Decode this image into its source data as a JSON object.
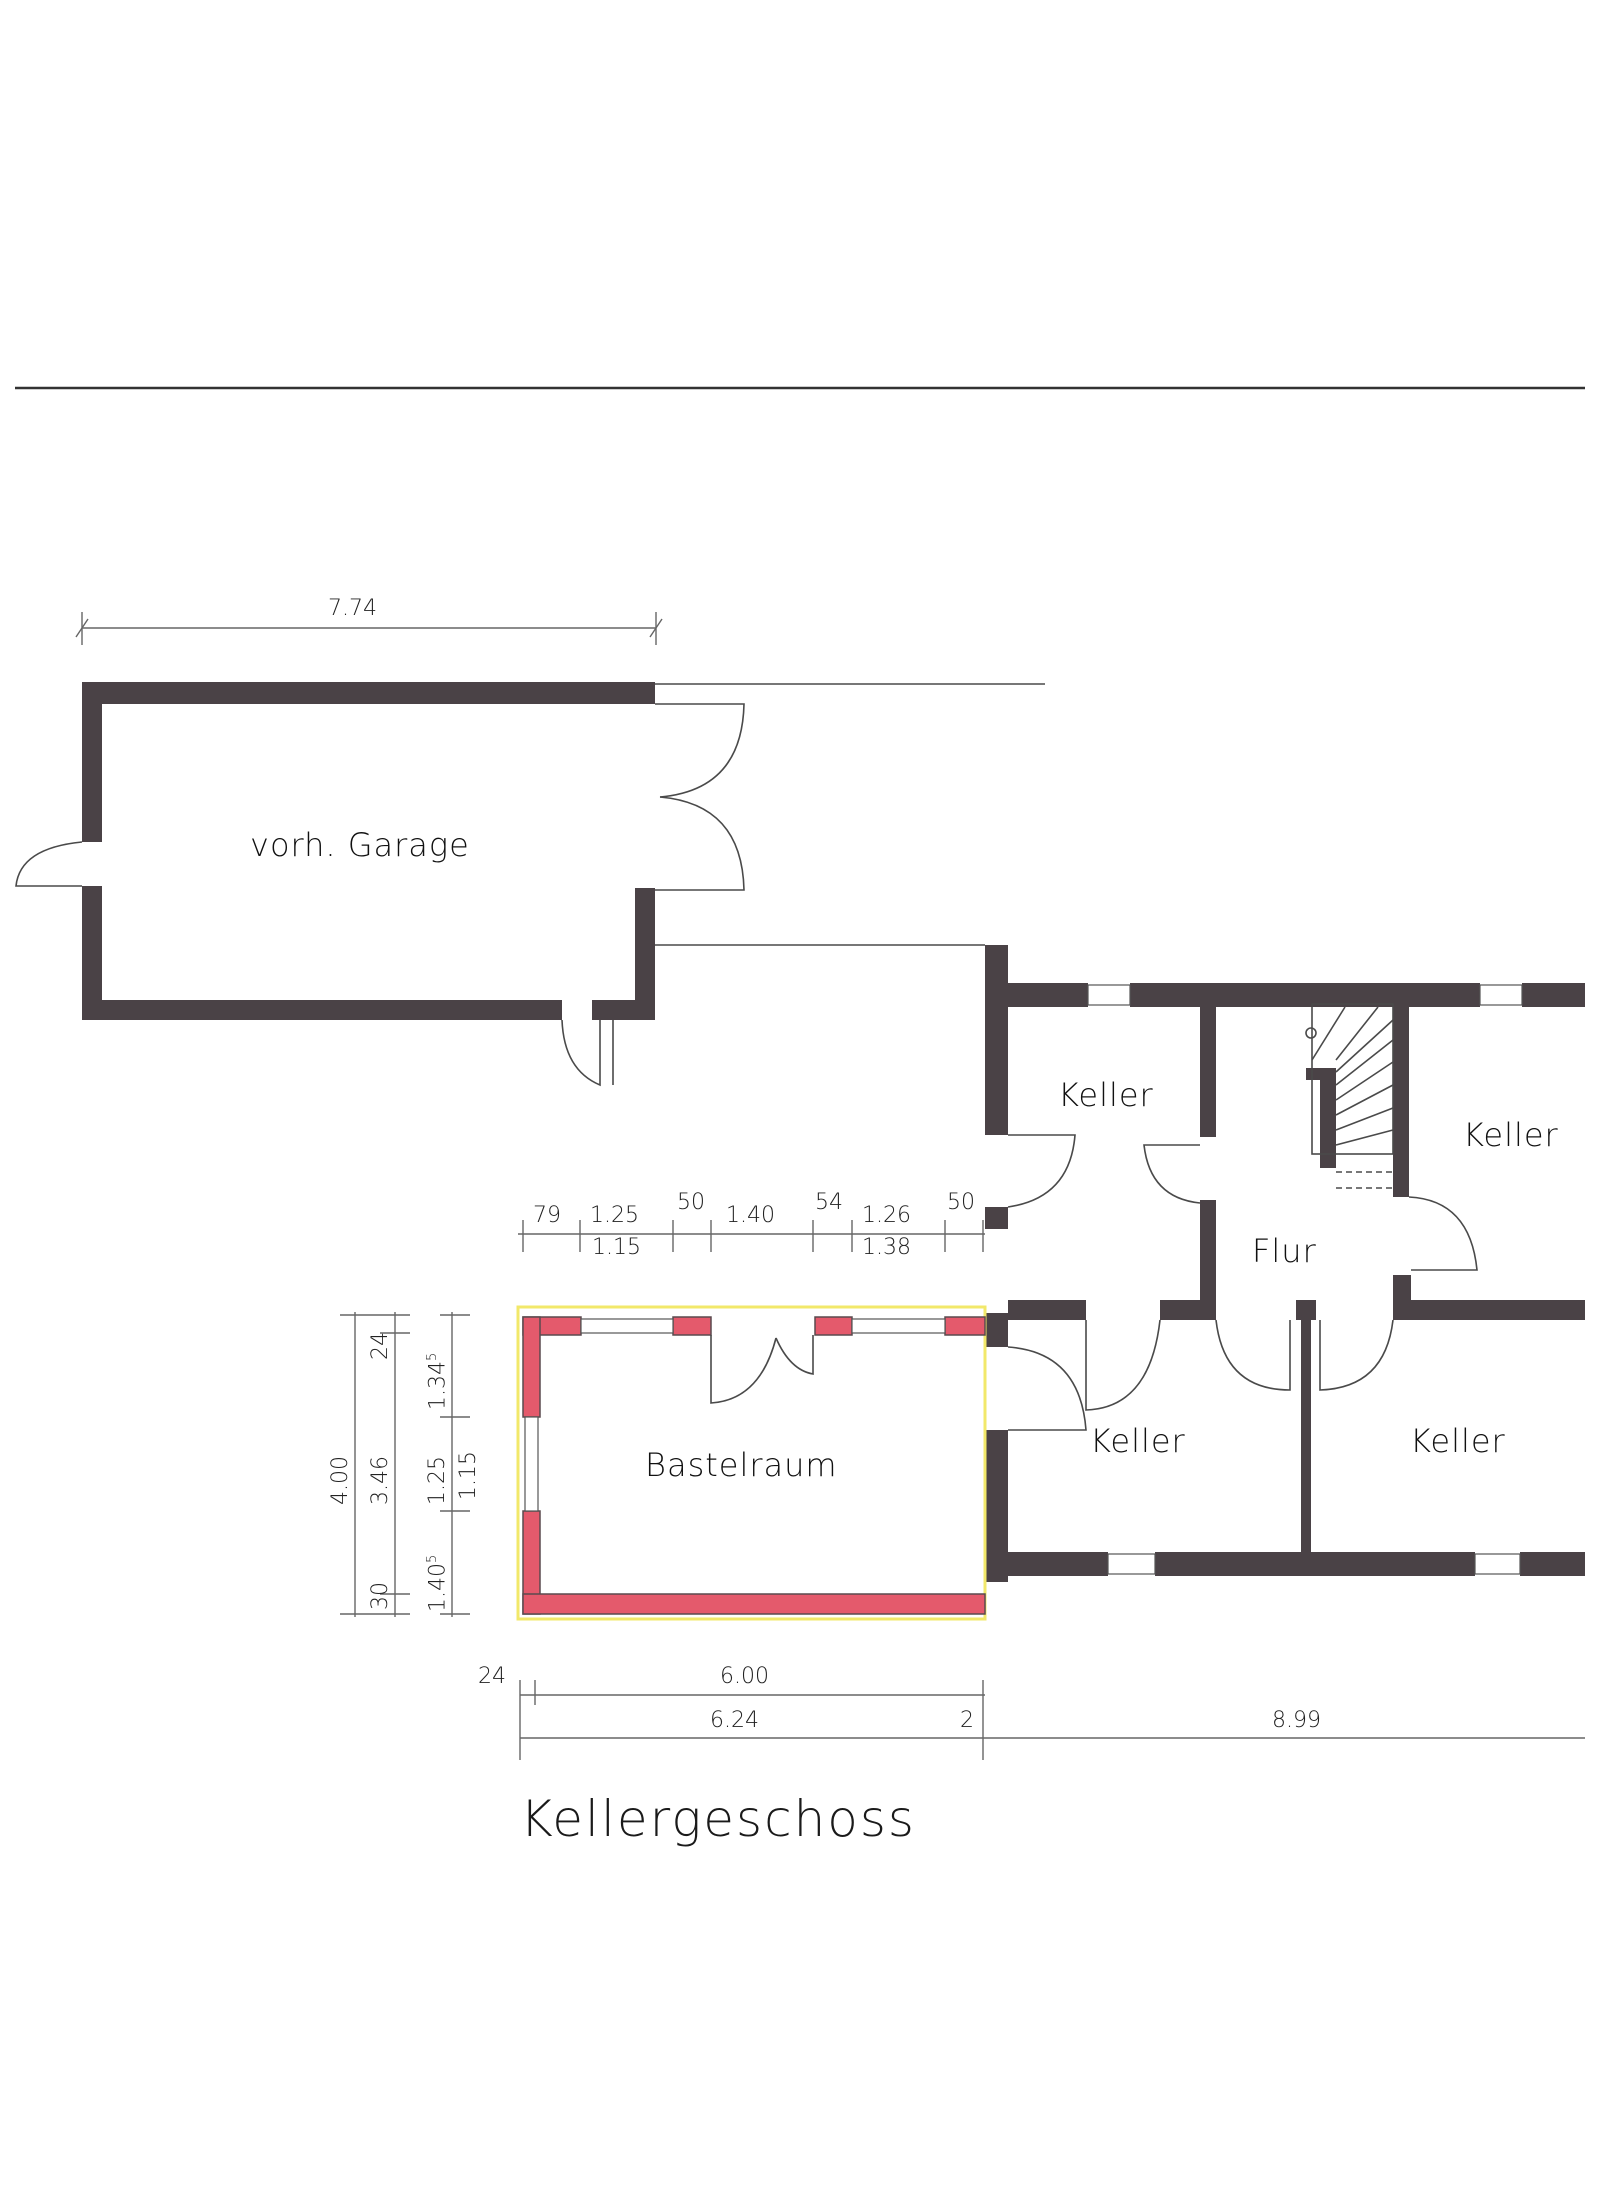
{
  "title": "Kellergeschoss",
  "colors": {
    "wall": "#4a4246",
    "new_wall": "#e45a6c",
    "new_outline": "#f2e86a",
    "background": "#ffffff"
  },
  "rooms": {
    "garage": "vorh.  Garage",
    "keller_nw": "Keller",
    "keller_ne": "Keller",
    "flur": "Flur",
    "keller_sw": "Keller",
    "keller_se": "Keller",
    "bastelraum": "Bastelraum"
  },
  "dimensions": {
    "garage_width": "7.74",
    "top_chain": {
      "d1": "79",
      "d2_top": "1.25",
      "d2_bottom": "1.15",
      "d3": "50",
      "d4": "1.40",
      "d5": "54",
      "d6_top": "1.26",
      "d6_bottom": "1.38",
      "d7": "50"
    },
    "left_chain": {
      "total": "4.00",
      "inner": "3.46",
      "top_wall": "24",
      "bottom_wall": "30",
      "seg_top": "1.34",
      "seg_top_sup": "5",
      "seg_mid_top": "1.25",
      "seg_mid_bottom": "1.15",
      "seg_bottom": "1.40",
      "seg_bottom_sup": "5"
    },
    "bottom_chain": {
      "wall": "24",
      "inner": "6.00",
      "total": "6.24",
      "joint": "2",
      "house": "8.99"
    }
  }
}
